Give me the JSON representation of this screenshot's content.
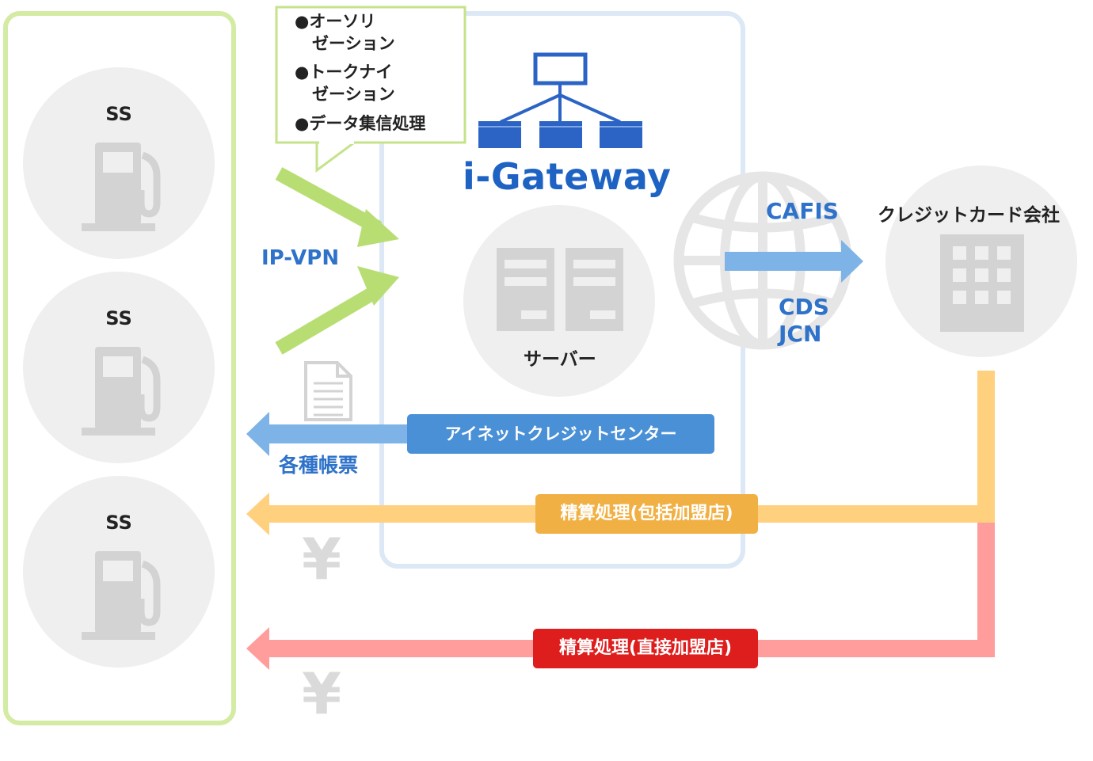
{
  "stations": [
    {
      "label": "SS"
    },
    {
      "label": "SS"
    },
    {
      "label": "SS"
    }
  ],
  "callout": {
    "items": [
      "●オーソリ",
      "ゼーション",
      "●トークナイ",
      "ゼーション",
      "●データ集信処理"
    ]
  },
  "network_label": "IP-VPN",
  "gateway": {
    "title": "i-Gateway",
    "server_label": "サーバー"
  },
  "globe_labels": {
    "top": "CAFIS",
    "bottom_1": "CDS",
    "bottom_2": "JCN"
  },
  "card_company_label": "クレジットカード会社",
  "credit_center_label": "アイネットクレジットセンター",
  "reports_label": "各種帳票",
  "settlement_bundled": "精算処理(包括加盟店)",
  "settlement_direct": "精算処理(直接加盟店)",
  "yen_symbol": "¥",
  "colors": {
    "green_frame": "#d4eba3",
    "green_arrow": "#b8de73",
    "blue_frame": "#dce8f5",
    "blue_arrow": "#7db3e6",
    "blue_pill": "#4a90d6",
    "orange_line": "#ffd07e",
    "orange_pill": "#f1b044",
    "red_line": "#ff9d9d",
    "red_pill": "#de1d1d",
    "gray_icon": "#d3d3d3",
    "gray_circle": "#efefef",
    "gateway_blue": "#2b64c5"
  }
}
